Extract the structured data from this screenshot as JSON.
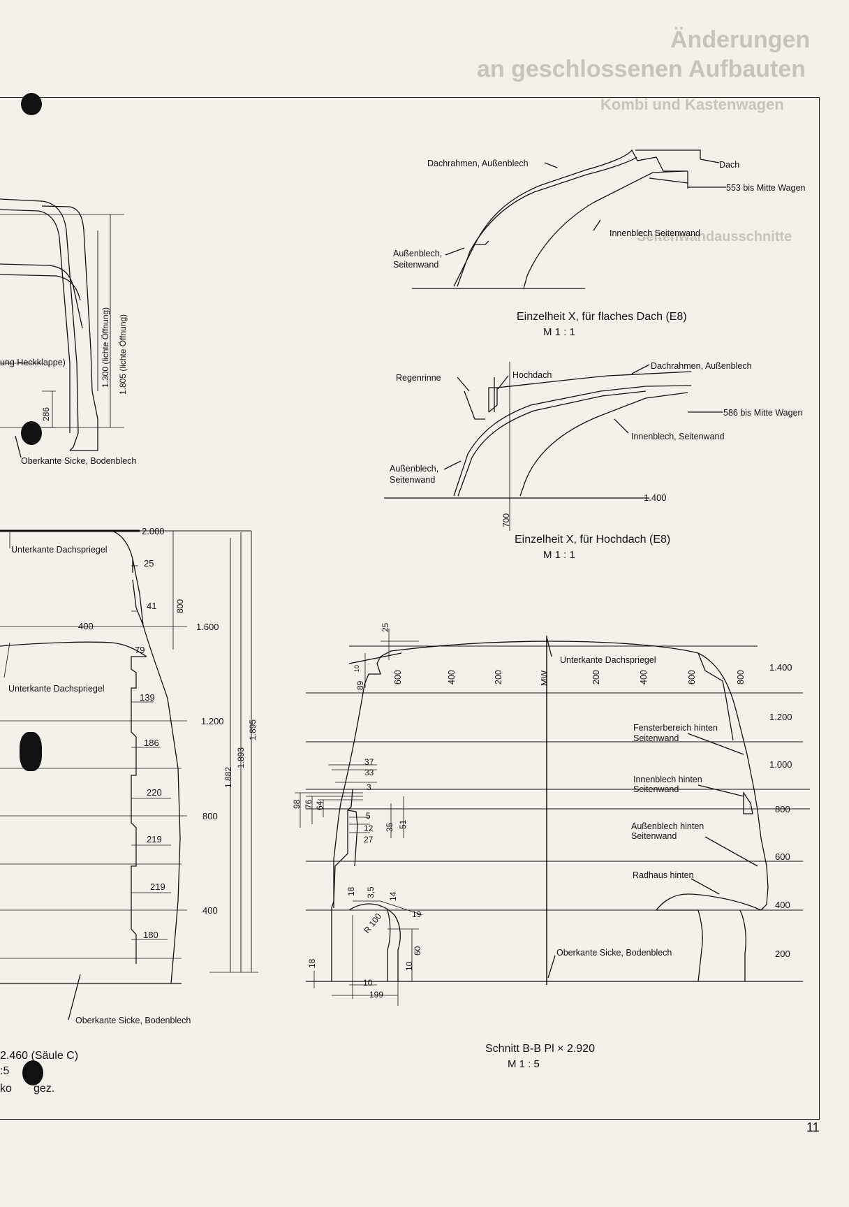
{
  "bleed_through": {
    "heading_1": "Änderungen",
    "heading_2": "an geschlossenen Aufbauten",
    "heading_3": "Kombi und Kastenwagen",
    "heading_4": "Seitenwandausschnitte"
  },
  "detail_flat": {
    "labels": {
      "dachrahmen": "Dachrahmen, Außenblech",
      "dach": "Dach",
      "mitte": "553 bis Mitte Wagen",
      "innenblech": "Innenblech Seitenwand",
      "aussenblech_1": "Außenblech,",
      "aussenblech_2": "Seitenwand"
    },
    "caption": "Einzelheit X, für flaches Dach (E8)",
    "scale": "M 1 : 1"
  },
  "detail_high": {
    "labels": {
      "regenrinne": "Regenrinne",
      "hochdach": "Hochdach",
      "dachrahmen": "Dachrahmen, Außenblech",
      "mitte": "586 bis Mitte Wagen",
      "innenblech": "Innenblech, Seitenwand",
      "aussenblech_1": "Außenblech,",
      "aussenblech_2": "Seitenwand",
      "dim_1400": "1.400",
      "dim_700": "700"
    },
    "caption": "Einzelheit X, für Hochdach (E8)",
    "scale": "M 1 : 1"
  },
  "left_upper": {
    "label_heckklappe": "ung Heckklappe)",
    "dim_286": "286",
    "dim_1300": "1.300 (lichte Öffnung)",
    "dim_1805": "1.805 (lichte Öffnung)",
    "label_sicke": "Oberkante Sicke, Bodenblech"
  },
  "left_lower": {
    "dim_2000": "2.000",
    "label_dachspriegel_1": "Unterkante Dachspriegel",
    "dim_25": "25",
    "dim_41": "41",
    "dim_800_v": "800",
    "dim_400": "400",
    "dim_1600": "1.600",
    "dim_79": "79",
    "label_dachspriegel_2": "Unterkante Dachspriegel",
    "dim_139": "139",
    "dim_1200": "1.200",
    "dim_186": "186",
    "dim_1882": "1.882",
    "dim_1893": "1.893",
    "dim_1895": "1.895",
    "dim_220": "220",
    "dim_800": "800",
    "dim_219a": "219",
    "dim_219b": "219",
    "dim_400b": "400",
    "dim_180": "180",
    "label_sicke": "Oberkante Sicke, Bodenblech",
    "caption_1": "2.460 (Säule C)",
    "caption_2": ":5",
    "caption_3": "ko",
    "caption_4": "gez."
  },
  "section_bb": {
    "top": {
      "dim_25": "25",
      "dim_89": "89",
      "dim_10": "10",
      "dim_600l": "600",
      "dim_400l": "400",
      "dim_200l": "200",
      "mw": "MW",
      "dim_200r": "200",
      "dim_400r": "400",
      "dim_600r": "600",
      "dim_800r": "800",
      "label_dachspriegel": "Unterkante Dachspriegel"
    },
    "right_scale": [
      "1.400",
      "1.200",
      "1.000",
      "800",
      "600",
      "400",
      "200"
    ],
    "labels": {
      "fenster_1": "Fensterbereich hinten",
      "fenster_2": "Seitenwand",
      "innen_1": "Innenblech hinten",
      "innen_2": "Seitenwand",
      "aussen_1": "Außenblech hinten",
      "aussen_2": "Seitenwand",
      "radhaus": "Radhaus hinten",
      "sicke": "Oberkante Sicke, Bodenblech"
    },
    "dims_left": {
      "d37": "37",
      "d33": "33",
      "d3": "3",
      "d98": "98",
      "d76": "76",
      "d64": "64",
      "d5": "5",
      "d12": "12",
      "d27": "27",
      "d35": "35",
      "d51": "51",
      "d18a": "18",
      "d3_5": "3,5",
      "d14": "14",
      "d19": "19",
      "r100": "R 100",
      "d60": "60",
      "d10v": "10",
      "d18b": "18",
      "d10h": "10",
      "d199": "199"
    },
    "caption": "Schnitt B-B Pl × 2.920",
    "scale": "M 1 : 5"
  },
  "page_number": "11"
}
